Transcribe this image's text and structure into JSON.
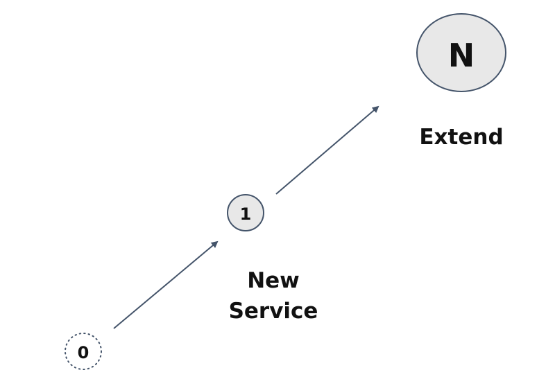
{
  "diagram": {
    "nodes": [
      {
        "id": "node-0",
        "label": "0",
        "style": "dotted"
      },
      {
        "id": "node-1",
        "label": "1",
        "style": "solid"
      },
      {
        "id": "node-n",
        "label": "N",
        "style": "solid"
      }
    ],
    "edges": [
      {
        "from": "node-0",
        "to": "node-1"
      },
      {
        "from": "node-1",
        "to": "node-n"
      }
    ],
    "captions": {
      "new_service": "New\nService",
      "extend": "Extend"
    },
    "colors": {
      "node_fill": "#e8e8e8",
      "node_stroke": "#44546a",
      "arrow": "#44546a",
      "text": "#111111"
    }
  }
}
